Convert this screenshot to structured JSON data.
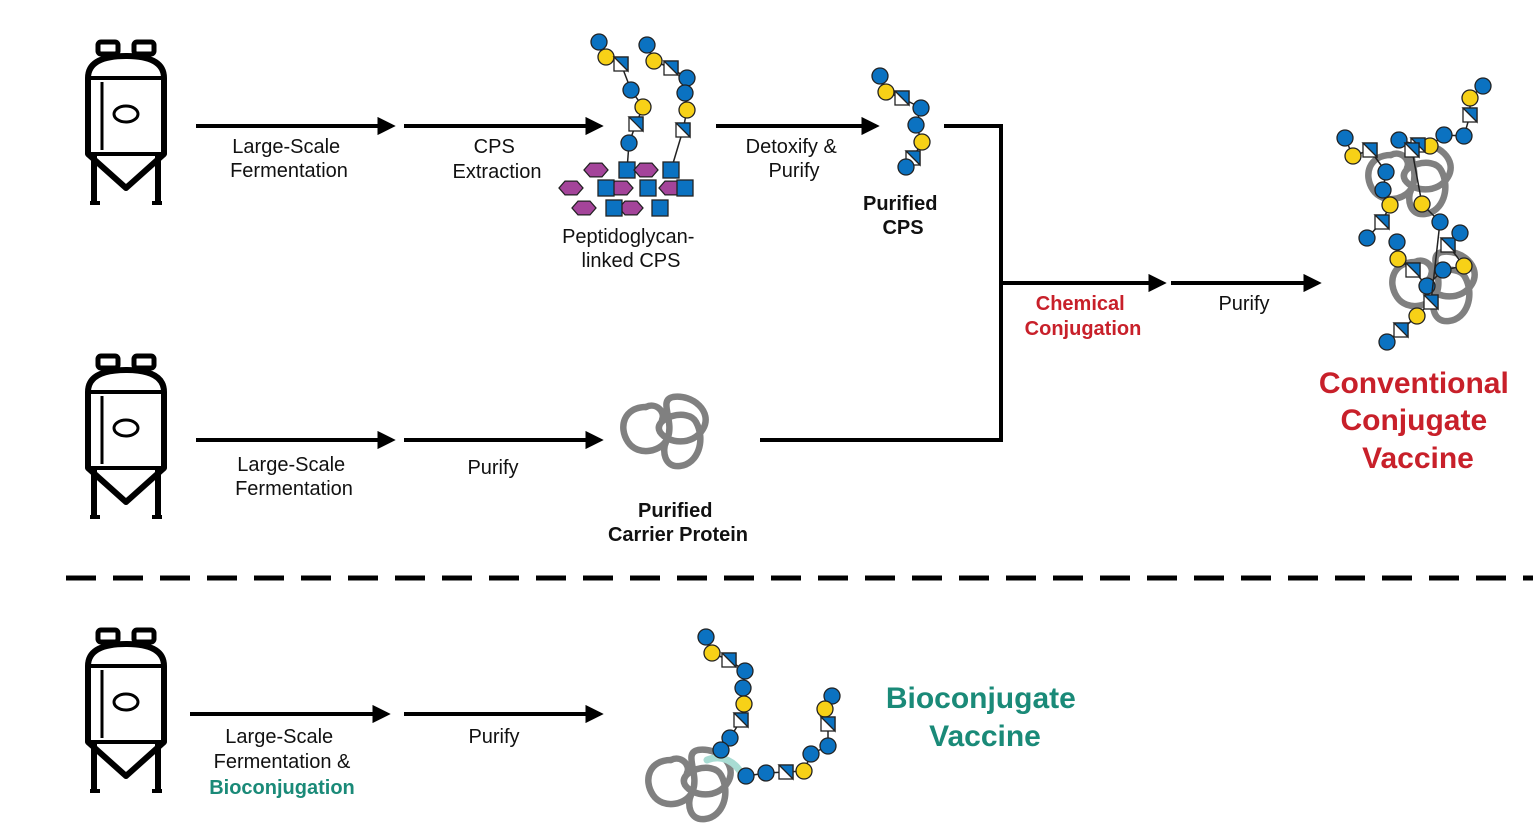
{
  "colors": {
    "conventional_red": "#c8202a",
    "bioconjugate_teal": "#1a8a78",
    "glucose_blue": "#0b72c1",
    "galactose_yellow": "#f7d117",
    "murnac_purple": "#a4449a",
    "protein_gray": "#808080",
    "link_light_teal": "#a8dcd3"
  },
  "icons": {
    "fermenter": "fermenter-tank-icon",
    "glucose": "blue-circle",
    "galactose": "yellow-circle",
    "glcnac": "blue-square",
    "hexnac_half": "half-filled-square",
    "murnac": "purple-hexagon"
  },
  "conventional": {
    "cps_row": {
      "step1": [
        "Large-Scale",
        "Fermentation"
      ],
      "step2": [
        "CPS",
        "Extraction"
      ],
      "intermediate": [
        "Peptidoglycan-",
        "linked CPS"
      ],
      "step3": [
        "Detoxify &",
        "Purify"
      ],
      "product": [
        "Purified",
        "CPS"
      ]
    },
    "protein_row": {
      "step1": [
        "Large-Scale",
        "Fermentation"
      ],
      "step2": "Purify",
      "product": [
        "Purified",
        "Carrier Protein"
      ]
    },
    "join_step": [
      "Chemical",
      "Conjugation"
    ],
    "final_step": "Purify",
    "result": [
      "Conventional",
      "Conjugate",
      "Vaccine"
    ]
  },
  "bio": {
    "step1": [
      "Large-Scale",
      "Fermentation &"
    ],
    "step1_highlight": "Bioconjugation",
    "step2": "Purify",
    "result": [
      "Bioconjugate",
      "Vaccine"
    ]
  }
}
